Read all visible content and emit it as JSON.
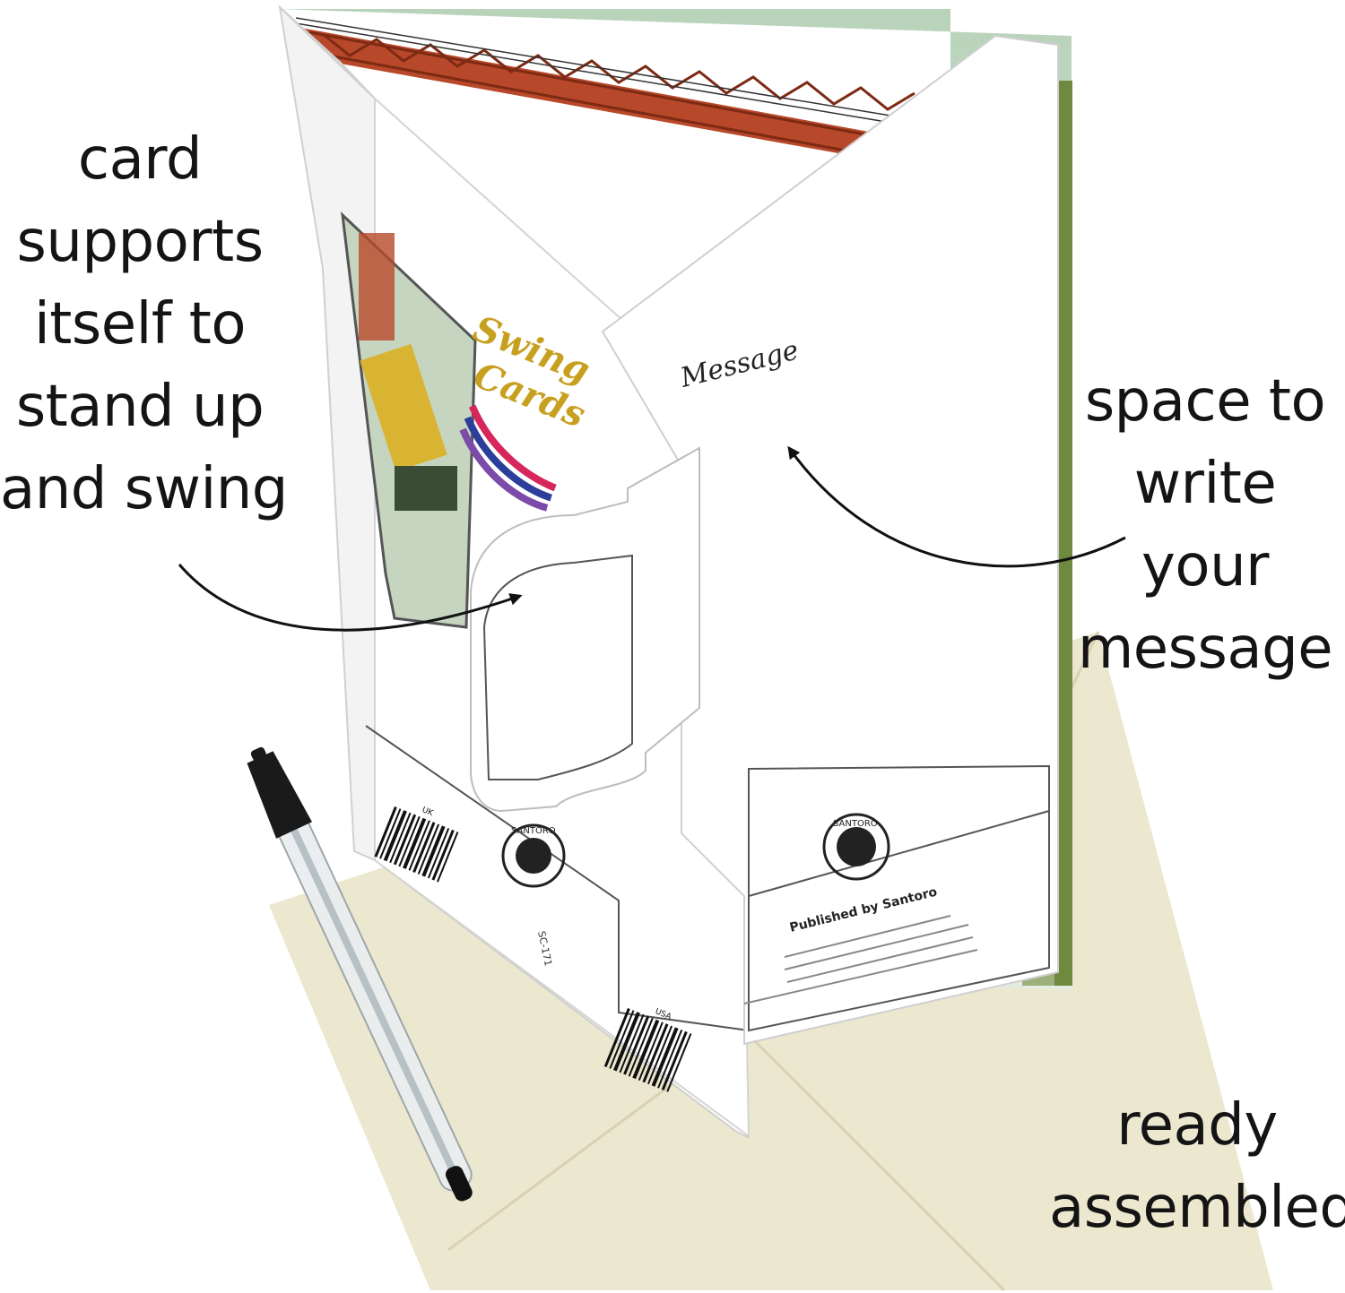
{
  "captions": {
    "left": [
      "card",
      "supports",
      "itself to",
      "stand up",
      "and swing"
    ],
    "right": [
      "space to",
      "write",
      "your",
      "message"
    ],
    "bottom_right": [
      "ready",
      "assembled"
    ]
  },
  "card": {
    "message_heading": "Message",
    "logo_line1": "Swing",
    "logo_line2": "Cards",
    "publisher": "Published by Santoro",
    "seal_text": "SANTORO",
    "product_code": "SC-171",
    "barcode_region_left": "UK",
    "barcode_region_right": "USA"
  },
  "colors": {
    "girder": "#b8482a",
    "sky": "#c9dcc7",
    "envelope": "#ece7cf",
    "card": "#ffffff",
    "logo_swoosh": [
      "#d6265c",
      "#2b3f9a",
      "#7c4aa8"
    ],
    "excavator": "#d9b332"
  }
}
